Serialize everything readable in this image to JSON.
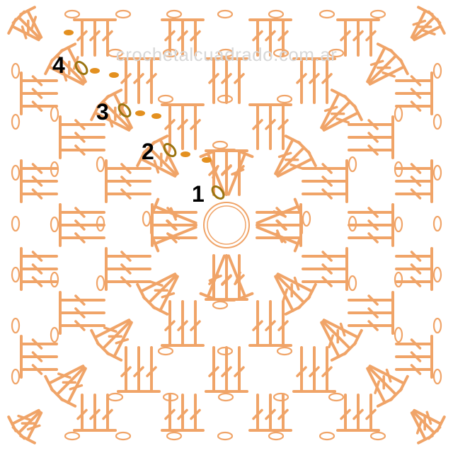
{
  "watermark": "crochetalcuadrado.com.ar",
  "rounds": [
    {
      "label": "1"
    },
    {
      "label": "2"
    },
    {
      "label": "3"
    },
    {
      "label": "4"
    }
  ],
  "colors": {
    "stitch": "#f0a468",
    "start_chain": "#e3901f",
    "start_ring": "#9a7410",
    "label": "#000000",
    "background": "#ffffff"
  },
  "stitches": {
    "per_corner_cluster": 3,
    "per_side_group": 3
  }
}
